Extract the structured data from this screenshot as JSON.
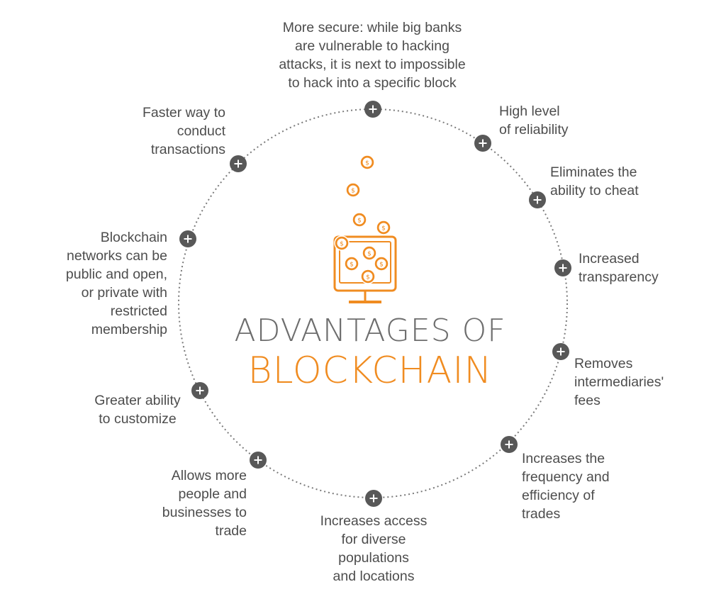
{
  "title": {
    "line1": "ADVANTAGES OF",
    "line2": "BLOCKCHAIN"
  },
  "colors": {
    "accent": "#f08c21",
    "text": "#4d4d4d",
    "title_line1": "#6d6d6d",
    "node": "#585858",
    "ring": "#7a7a7a"
  },
  "coin_symbol": "$",
  "advantages": [
    {
      "text": "More secure: while big banks\nare vulnerable to hacking\nattacks, it is next to impossible\nto hack into a specific block",
      "icon": "plus-icon"
    },
    {
      "text": "High level\nof reliability",
      "icon": "plus-icon"
    },
    {
      "text": "Eliminates the\nability to cheat",
      "icon": "plus-icon"
    },
    {
      "text": "Increased\ntransparency",
      "icon": "plus-icon"
    },
    {
      "text": "Removes\nintermediaries'\nfees",
      "icon": "plus-icon"
    },
    {
      "text": "Increases the\nfrequency and\nefficiency of\ntrades",
      "icon": "plus-icon"
    },
    {
      "text": "Increases access\nfor diverse\npopulations\nand locations",
      "icon": "plus-icon"
    },
    {
      "text": "Allows more\npeople and\nbusinesses to\ntrade",
      "icon": "plus-icon"
    },
    {
      "text": "Greater ability\nto customize",
      "icon": "plus-icon"
    },
    {
      "text": "Blockchain\nnetworks can be\npublic and open,\nor private with\nrestricted\nmembership",
      "icon": "plus-icon"
    },
    {
      "text": "Faster way to\nconduct\ntransactions",
      "icon": "plus-icon"
    }
  ]
}
